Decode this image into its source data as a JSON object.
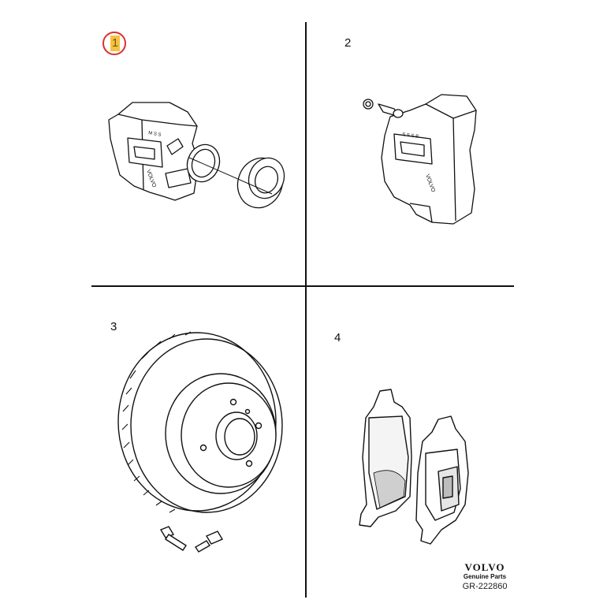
{
  "callouts": [
    {
      "label": "1",
      "highlighted": true
    },
    {
      "label": "2",
      "highlighted": false
    },
    {
      "label": "3",
      "highlighted": false
    },
    {
      "label": "4",
      "highlighted": false
    }
  ],
  "brand": {
    "logo_text": "VOLVO",
    "tagline": "Genuine Parts",
    "drawing_number": "GR-222860"
  },
  "colors": {
    "line": "#111111",
    "highlight_fill": "#f6c244",
    "highlight_ring": "#d9302f"
  }
}
